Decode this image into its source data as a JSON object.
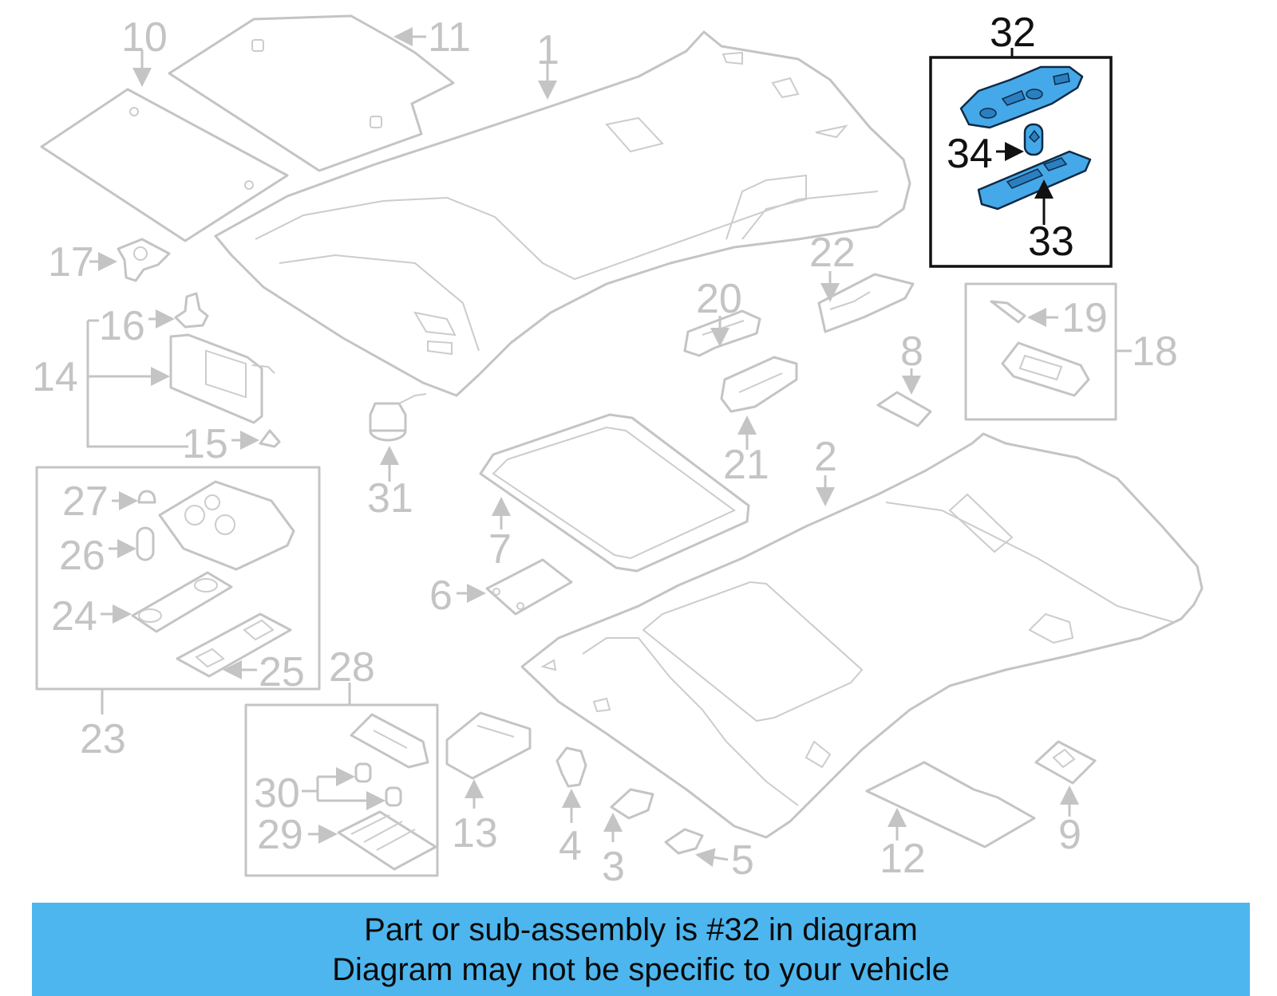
{
  "labels": {
    "1": "1",
    "2": "2",
    "3": "3",
    "4": "4",
    "5": "5",
    "6": "6",
    "7": "7",
    "8": "8",
    "9": "9",
    "10": "10",
    "11": "11",
    "12": "12",
    "13": "13",
    "14": "14",
    "15": "15",
    "16": "16",
    "17": "17",
    "18": "18",
    "19": "19",
    "20": "20",
    "21": "21",
    "22": "22",
    "23": "23",
    "24": "24",
    "25": "25",
    "26": "26",
    "27": "27",
    "28": "28",
    "29": "29",
    "30": "30",
    "31": "31",
    "32": "32",
    "33": "33",
    "34": "34"
  },
  "highlight": {
    "part_number": "32",
    "color": "#45a8e8"
  },
  "banner": {
    "line1": "Part or sub-assembly is #32 in diagram",
    "line2": "Diagram may not be specific to your vehicle",
    "background": "#4db6ee"
  }
}
